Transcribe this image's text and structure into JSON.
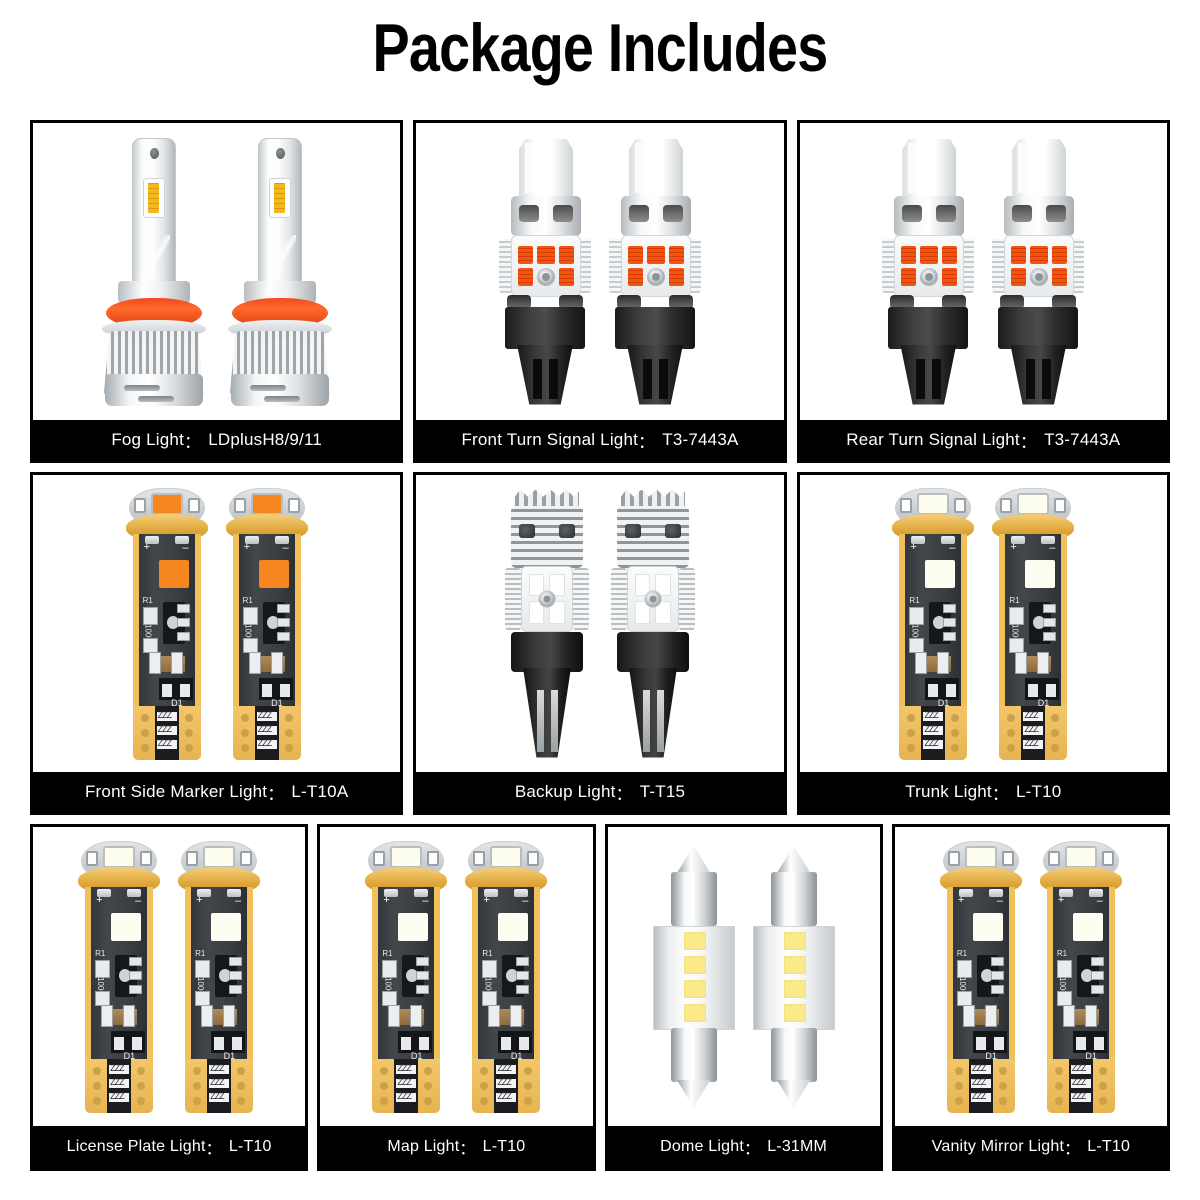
{
  "header": {
    "title": "Package Includes"
  },
  "colors": {
    "background": "#ffffff",
    "panel_border": "#000000",
    "caption_bg": "#000000",
    "caption_text": "#ffffff",
    "amber_led": "#f6861f",
    "red_led": "#f4540f",
    "gold_pcb": "#f0c05c",
    "pcb_dark": "#3a3e42",
    "orange_ring": "#f2491c",
    "silver": "#d9dcde"
  },
  "pcb_labels": {
    "r1": "R1",
    "value": "1000",
    "d1": "D1",
    "plus": "+",
    "minus": "–",
    "zig": "ZZZ"
  },
  "rows": [
    {
      "row_name": "row-1",
      "panels": [
        {
          "id": "fog-light",
          "name": "Fog Light",
          "colon": "：",
          "model": "LDplusH8/9/11",
          "bulb_type": "fog-bulb",
          "quantity": 2
        },
        {
          "id": "front-turn-signal-light",
          "name": "Front Turn Signal Light",
          "colon": "：",
          "model": "T3-7443A",
          "bulb_type": "turn-signal-bulb",
          "quantity": 2
        },
        {
          "id": "rear-turn-signal-light",
          "name": "Rear Turn Signal Light",
          "colon": "：",
          "model": "T3-7443A",
          "bulb_type": "turn-signal-bulb",
          "quantity": 2
        }
      ]
    },
    {
      "row_name": "row-2",
      "panels": [
        {
          "id": "front-side-marker-light",
          "name": "Front Side Marker Light",
          "colon": "：",
          "model": "L-T10A",
          "bulb_type": "t10-amber-bulb",
          "quantity": 2
        },
        {
          "id": "backup-light",
          "name": "Backup Light",
          "colon": "：",
          "model": "T-T15",
          "bulb_type": "t15-bulb",
          "quantity": 2
        },
        {
          "id": "trunk-light",
          "name": "Trunk Light",
          "colon": "：",
          "model": "L-T10",
          "bulb_type": "t10-white-bulb",
          "quantity": 2
        }
      ]
    },
    {
      "row_name": "row-3",
      "panels": [
        {
          "id": "license-plate-light",
          "name": "License Plate Light",
          "colon": "：",
          "model": "L-T10",
          "bulb_type": "t10-white-bulb",
          "quantity": 2
        },
        {
          "id": "map-light",
          "name": "Map Light",
          "colon": "：",
          "model": "L-T10",
          "bulb_type": "t10-white-bulb",
          "quantity": 2
        },
        {
          "id": "dome-light",
          "name": "Dome Light",
          "colon": "：",
          "model": "L-31MM",
          "bulb_type": "festoon-bulb",
          "quantity": 2
        },
        {
          "id": "vanity-mirror-light",
          "name": "Vanity Mirror Light",
          "colon": "：",
          "model": "L-T10",
          "bulb_type": "t10-white-bulb",
          "quantity": 2
        }
      ]
    }
  ]
}
